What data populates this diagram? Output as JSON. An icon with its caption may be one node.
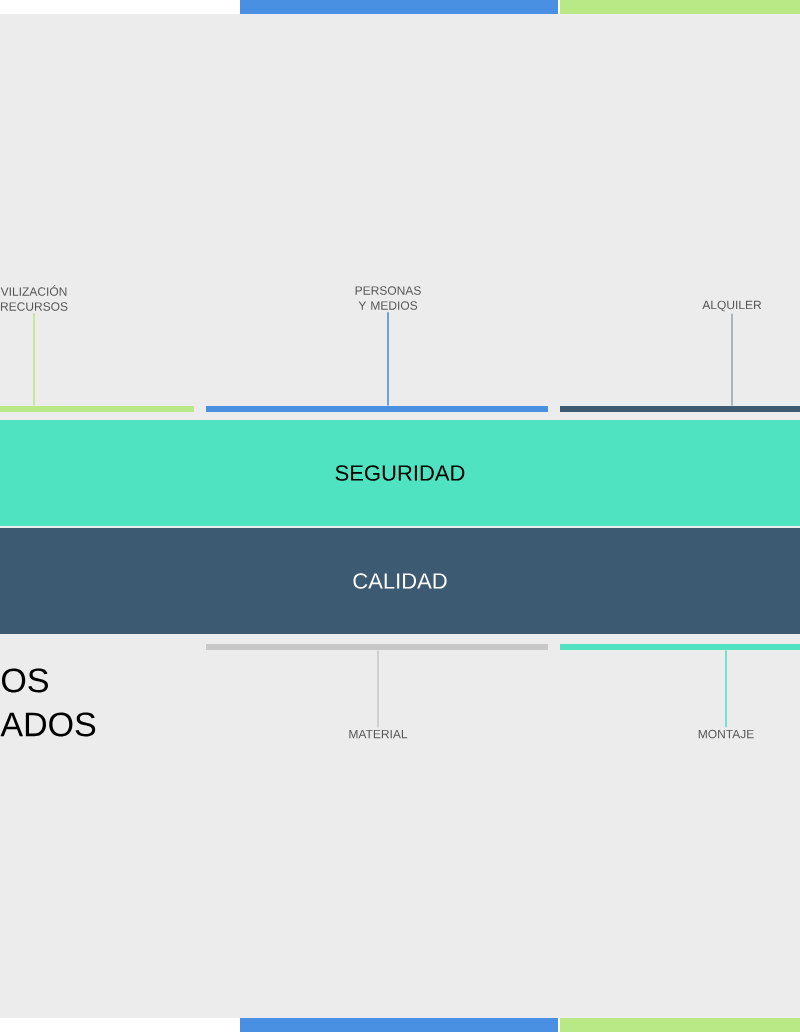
{
  "diagram": {
    "nodes": [
      {
        "text": [
          "VILIZACIÓN RECURSOS"
        ]
      },
      {
        "text": [],
        "shape": "bar"
      },
      {
        "text": [
          "PERSONAS Y MEDIOS"
        ]
      },
      {
        "text": [],
        "shape": "bar"
      },
      {
        "text": [
          "ALQUILER"
        ]
      },
      {
        "text": [],
        "shape": "bar"
      },
      {
        "text": [
          "SEGURIDAD"
        ]
      },
      {
        "text": [
          "CALIDAD"
        ]
      },
      {
        "text": [],
        "shape": "bar"
      },
      {
        "text": [
          "MATERIAL"
        ]
      },
      {
        "text": [],
        "shape": "bar"
      },
      {
        "text": [
          "MONTAJE"
        ]
      }
    ],
    "edges": [
      {
        "from": 0,
        "to": 1,
        "arrow": "none",
        "color": "#b8e986"
      },
      {
        "from": 2,
        "to": 3,
        "arrow": "none",
        "color": "#4a90e2"
      },
      {
        "from": 4,
        "to": 5,
        "arrow": "none",
        "color": "#9aa5ae"
      },
      {
        "from": 9,
        "to": 8,
        "arrow": "none",
        "color": "#c8c8c8"
      },
      {
        "from": 11,
        "to": 10,
        "arrow": "none",
        "color": "#50e3c2"
      }
    ],
    "labels": [
      "OS ADOS"
    ]
  }
}
